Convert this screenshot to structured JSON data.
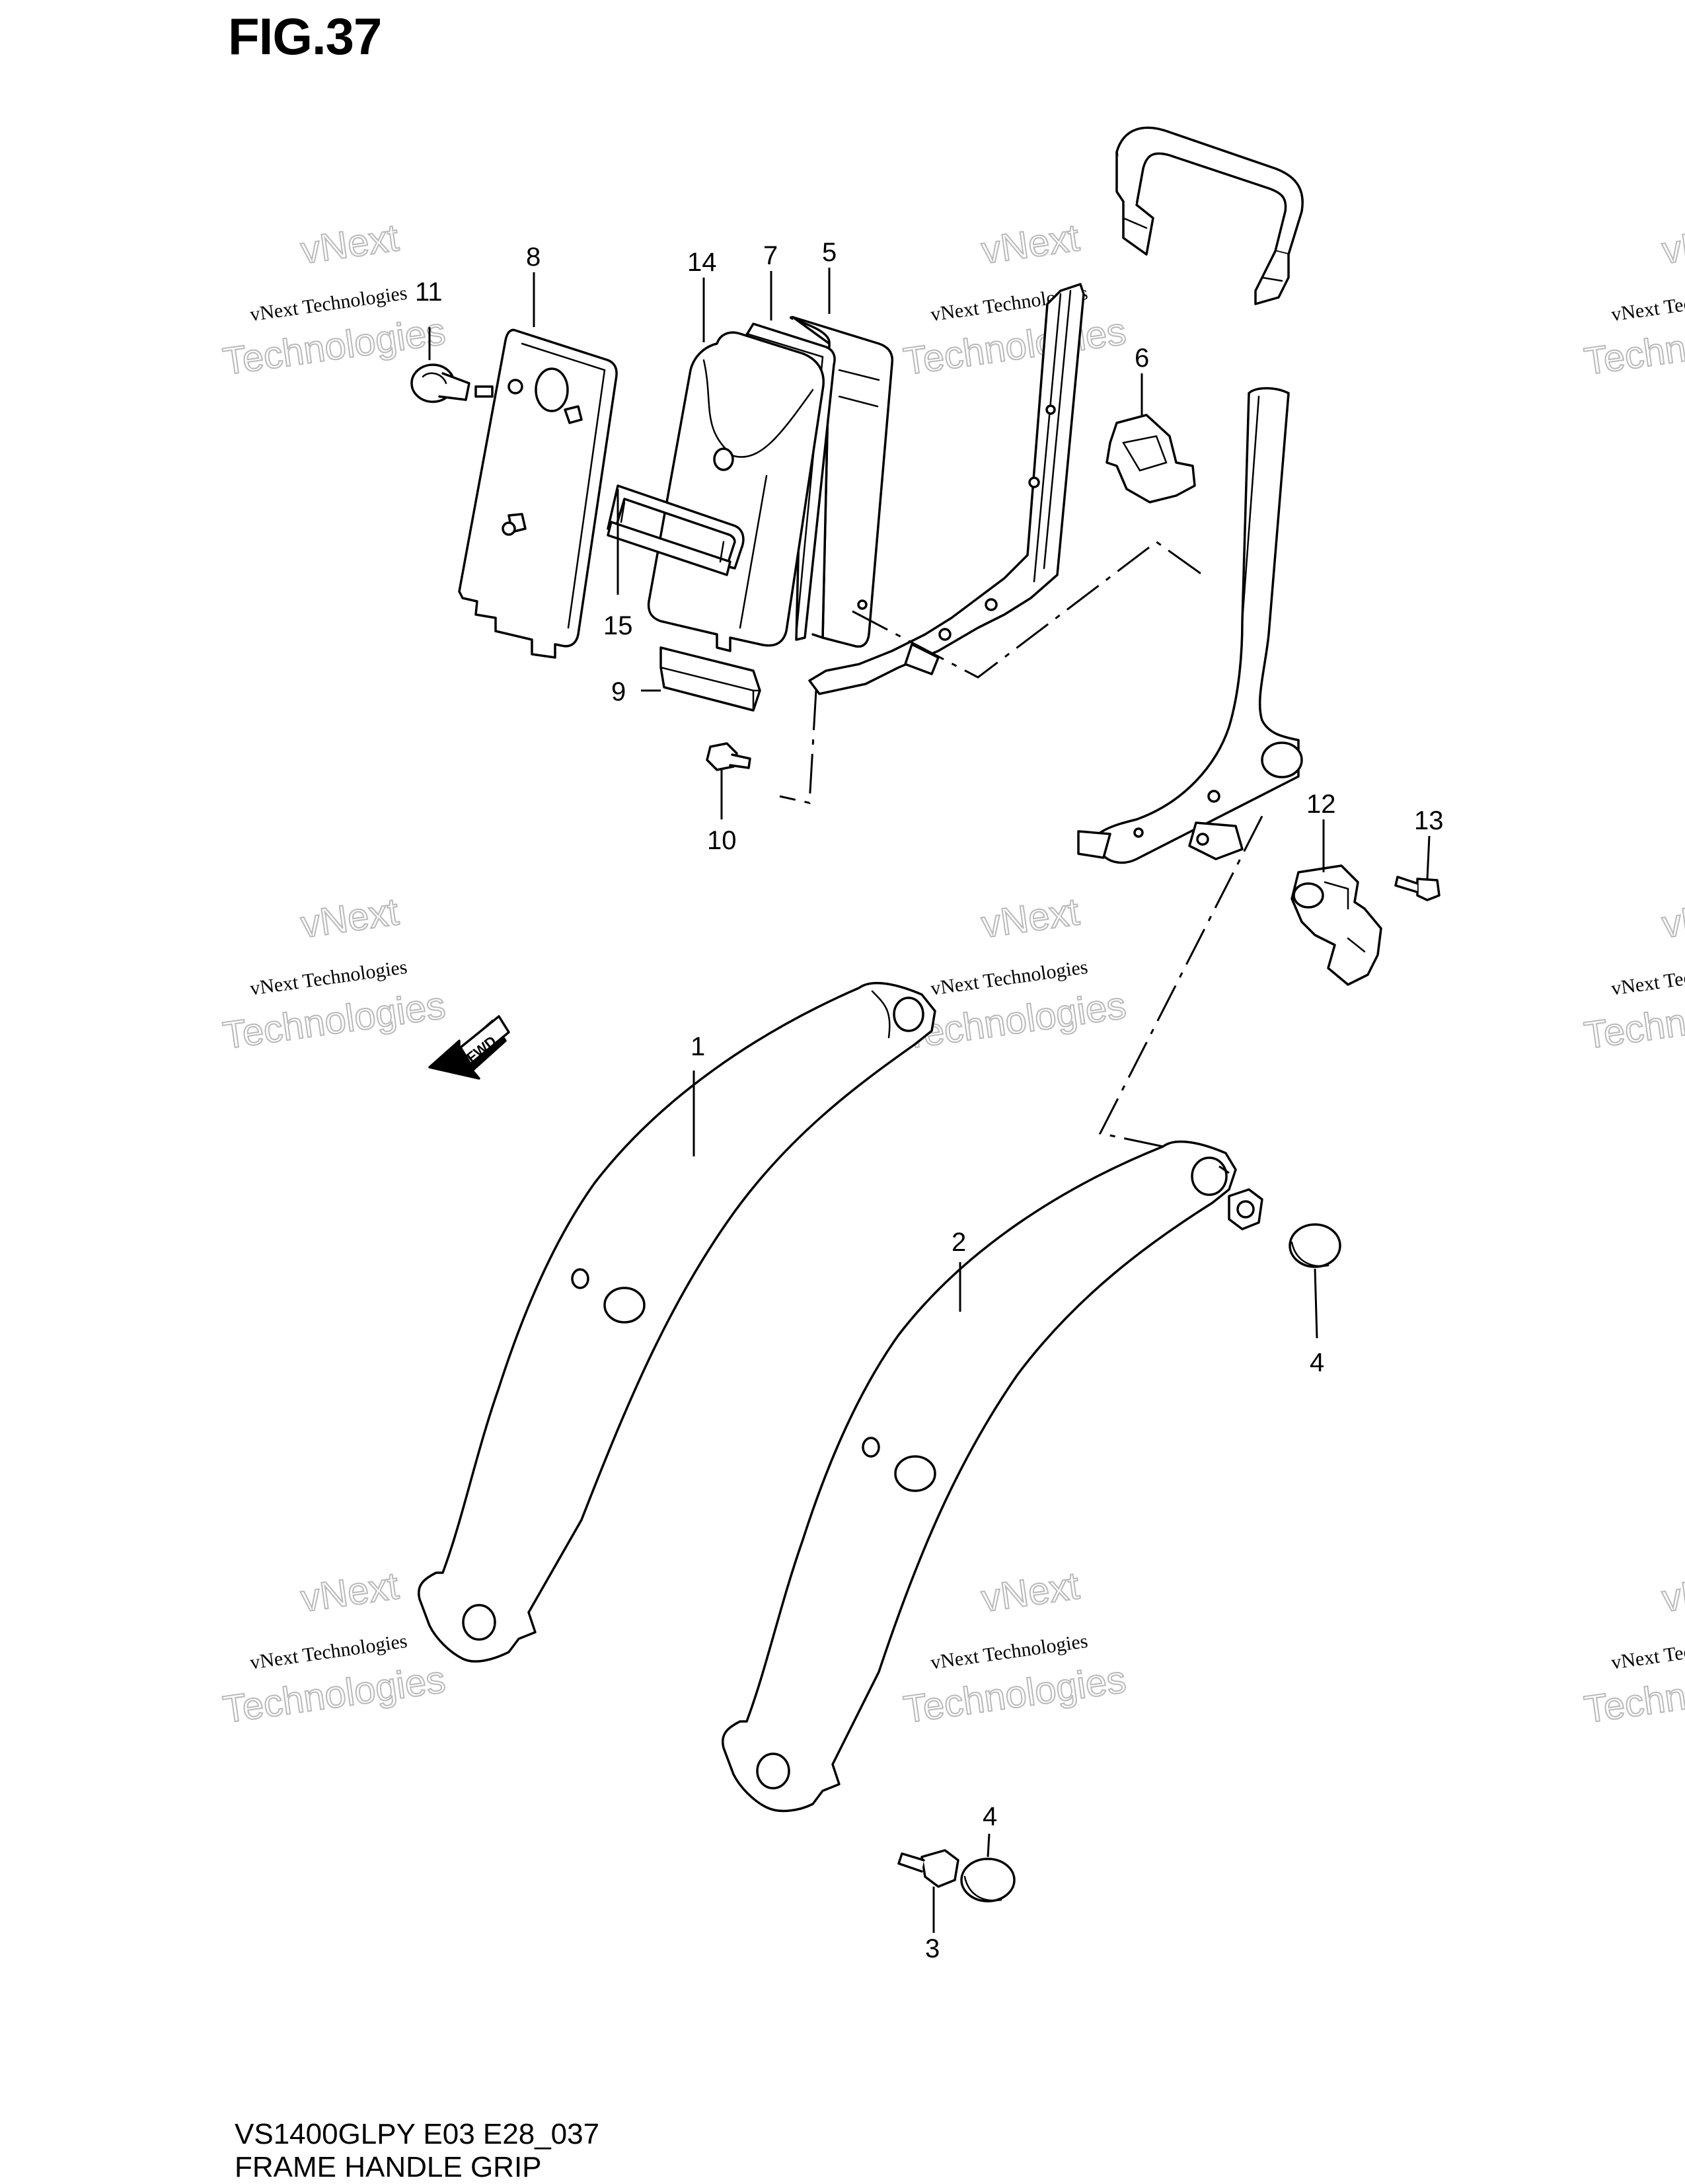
{
  "figure": {
    "title": "FIG.37",
    "model_code": "VS1400GLPY E03 E28_037",
    "caption": "FRAME HANDLE GRIP"
  },
  "watermark": {
    "line1": "vNext",
    "line2": "vNext Technologies",
    "line3": "Technologies"
  },
  "direction_arrow": {
    "label": "FWD"
  },
  "callouts": [
    "1",
    "2",
    "3",
    "4",
    "4",
    "5",
    "6",
    "7",
    "8",
    "9",
    "10",
    "11",
    "12",
    "13",
    "14",
    "15"
  ]
}
